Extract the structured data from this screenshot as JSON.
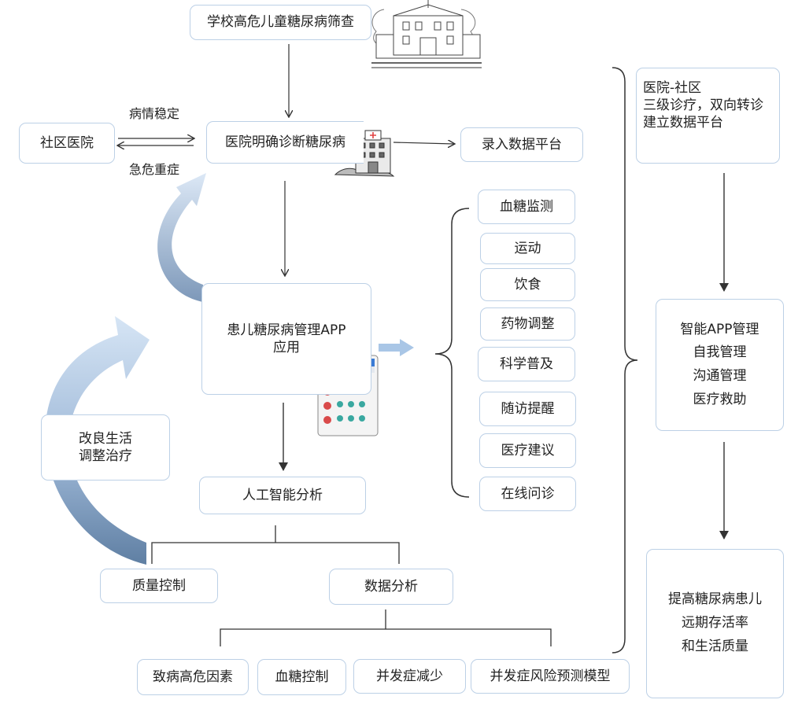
{
  "top": {
    "school_screening": "学校高危儿童糖尿病筛查"
  },
  "community_hospital": "社区医院",
  "edge_labels": {
    "stable": "病情稳定",
    "critical": "急危重症"
  },
  "hospital_diagnosis": "医院明确诊断糖尿病",
  "data_platform_entry": "录入数据平台",
  "app": {
    "line1": "患儿糖尿病管理APP",
    "line2": "应用"
  },
  "lifestyle": {
    "line1": "改良生活",
    "line2": "调整治疗"
  },
  "ai_analysis": "人工智能分析",
  "quality_control": "质量控制",
  "data_analysis": "数据分析",
  "bottom_items": [
    "致病高危因素",
    "血糖控制",
    "并发症减少",
    "并发症风险预测模型"
  ],
  "app_features": [
    "血糖监测",
    "运动",
    "饮食",
    "药物调整",
    "科学普及",
    "随访提醒",
    "医疗建议",
    "在线问诊"
  ],
  "right_top": {
    "line1": "医院-社区",
    "line2": "三级诊疗，双向转诊",
    "line3": "建立数据平台"
  },
  "smart_app": {
    "line1": "智能APP管理",
    "line2": "自我管理",
    "line3": "沟通管理",
    "line4": "医疗救助"
  },
  "outcome": {
    "line1": "提高糖尿病患儿",
    "line2": "远期存活率",
    "line3": "和生活质量"
  },
  "colors": {
    "box_border": "#bcd0e6",
    "arrow_blue_light": "#c9dcf0",
    "arrow_blue_dark": "#5f7fa3",
    "line": "#333333"
  },
  "icons": [
    "school-building-icon",
    "hospital-building-icon",
    "smartphone-app-icon"
  ]
}
